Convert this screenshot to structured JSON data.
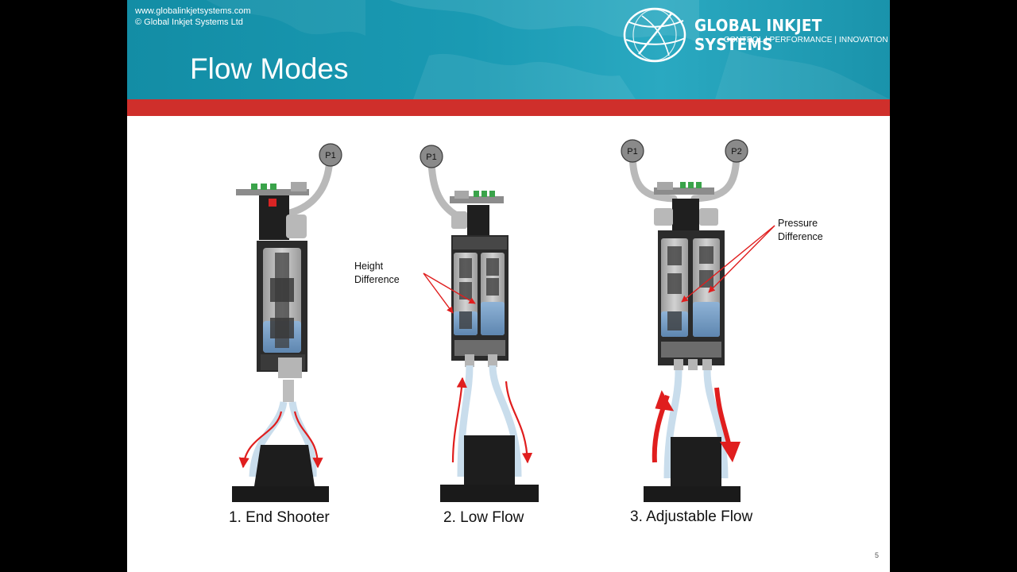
{
  "header": {
    "website": "www.globalinkjetsystems.com",
    "copyright": "© Global Inkjet Systems Ltd",
    "title": "Flow Modes",
    "brand": "GLOBAL INKJET SYSTEMS",
    "tagline": "CONTROL | PERFORMANCE | INNOVATION"
  },
  "colors": {
    "banner": "#1a9ab3",
    "accent_bar": "#cf2f2b",
    "flow_arrow": "#e01e1e"
  },
  "diagrams": {
    "end_shooter": {
      "caption": "1. End Shooter",
      "p1": "P1"
    },
    "low_flow": {
      "caption": "2. Low Flow",
      "p1": "P1",
      "note_line1": "Height",
      "note_line2": "Difference"
    },
    "adjustable_flow": {
      "caption": "3. Adjustable Flow",
      "p1": "P1",
      "p2": "P2",
      "note_line1": "Pressure",
      "note_line2": "Difference"
    }
  },
  "page_number": "5"
}
